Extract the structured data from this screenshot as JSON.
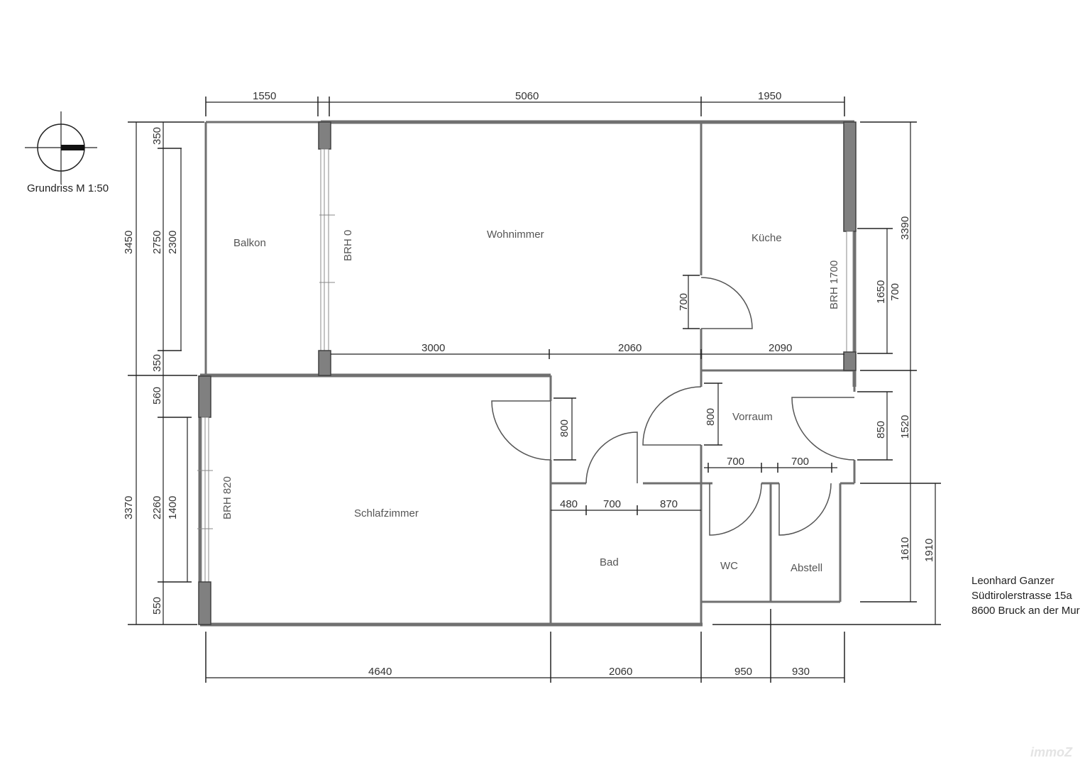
{
  "plan": {
    "scale_label": "Grundriss M 1:50",
    "watermark": "immoZ",
    "address": {
      "line1": "Leonhard Ganzer",
      "line2": "Südtirolerstrasse 15a",
      "line3": "8600 Bruck an der Mur"
    },
    "rooms": {
      "balkon": "Balkon",
      "wohnzimmer": "Wohnimmer",
      "kueche": "Küche",
      "schlafzimmer": "Schlafzimmer",
      "bad": "Bad",
      "vorraum": "Vorraum",
      "wc": "WC",
      "abstell": "Abstell"
    },
    "window_labels": {
      "brh0": "BRH 0",
      "brh1700": "BRH 1700",
      "brh820": "BRH 820"
    },
    "dimensions": {
      "top": [
        "1550",
        "5060",
        "1950"
      ],
      "inner_horizontal": [
        "3000",
        "2060",
        "2090"
      ],
      "bad_row": [
        "480",
        "700",
        "870"
      ],
      "wc_abstell": [
        "700",
        "700"
      ],
      "bottom": [
        "4640",
        "2060",
        "950",
        "930"
      ],
      "left_outer": [
        "3450",
        "3370"
      ],
      "left_mid": [
        "350",
        "2750",
        "350",
        "560",
        "2260",
        "550"
      ],
      "left_inner": [
        "2300",
        "1400"
      ],
      "right_outer": [
        "3390",
        "1520",
        "1910"
      ],
      "right_inner": [
        "1650",
        "700",
        "850",
        "1610"
      ],
      "doors_vertical": [
        "700",
        "800",
        "800"
      ]
    }
  }
}
